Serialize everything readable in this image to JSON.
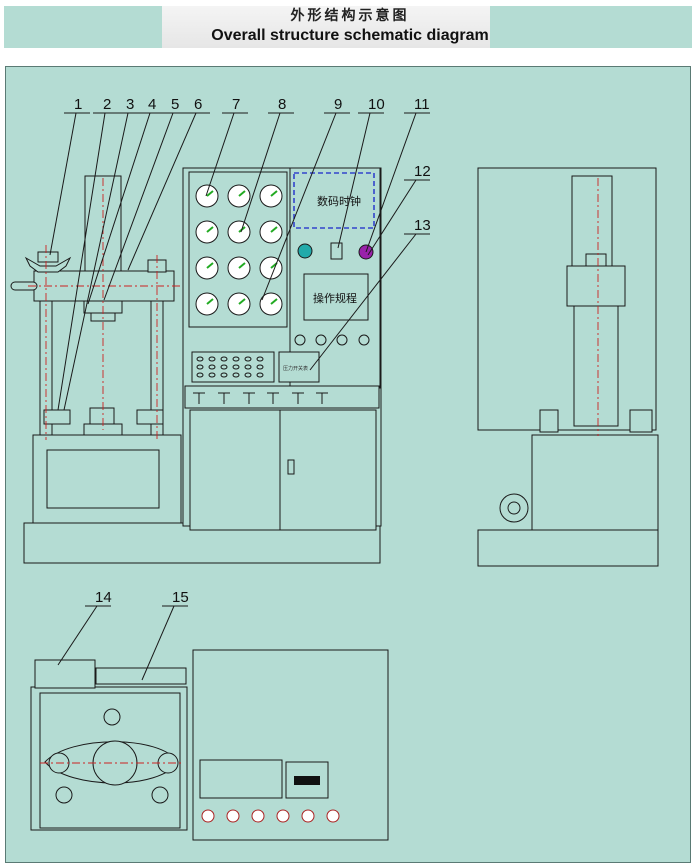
{
  "header": {
    "title_cn": "外形结构示意图",
    "title_en": "Overall structure schematic diagram"
  },
  "callouts": [
    "1",
    "2",
    "3",
    "4",
    "5",
    "6",
    "7",
    "8",
    "9",
    "10",
    "11",
    "12",
    "13",
    "14",
    "15"
  ],
  "panel": {
    "clock_label": "数码时钟",
    "procedure_label": "操作规程",
    "pressure_label": "压力开关表"
  },
  "colors": {
    "background": "#b4dcd3",
    "line": "#1a1a1a",
    "centerline": "#cc2222",
    "gauge_needle": "#22aa22",
    "clock_frame": "#3344cc",
    "lamp_cyan": "#22aaaa",
    "lamp_purple": "#9922aa"
  }
}
